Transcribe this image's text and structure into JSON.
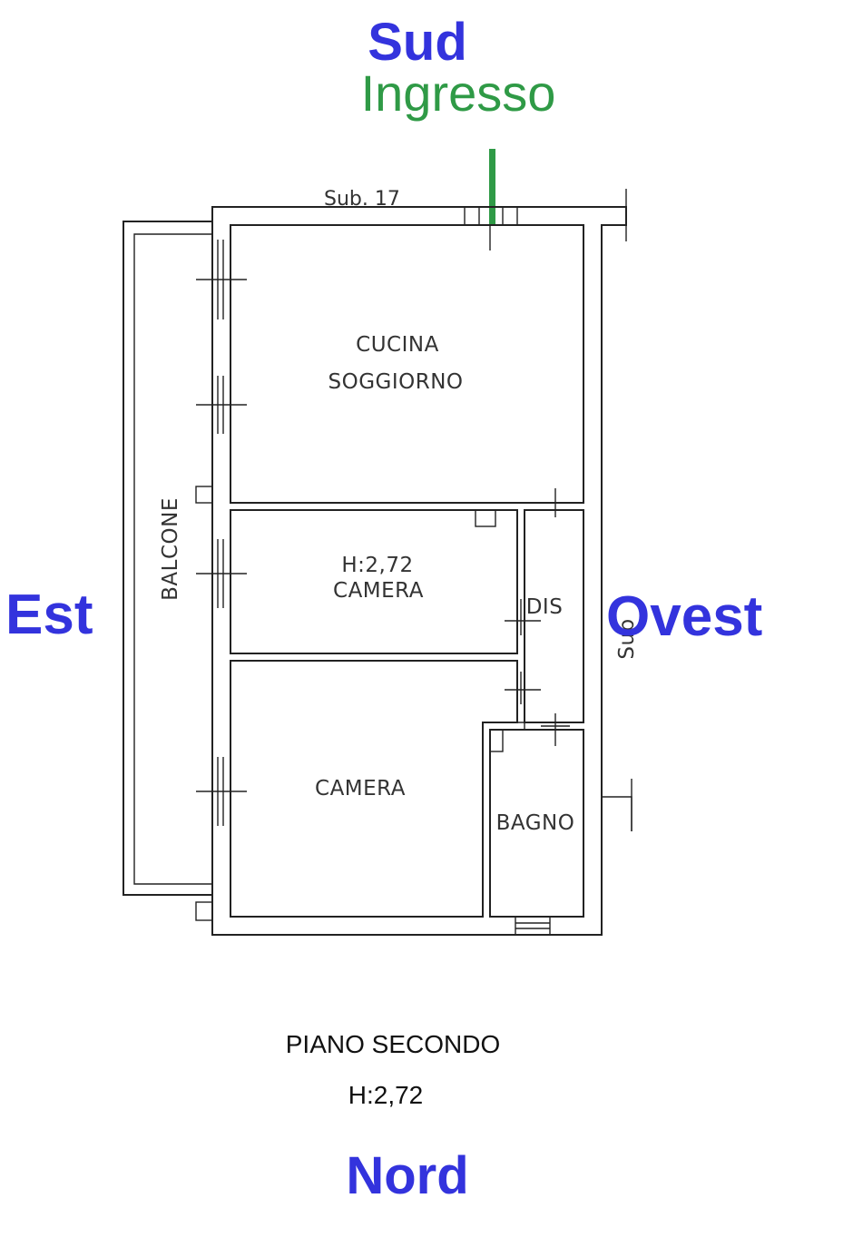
{
  "compass": {
    "south": "Sud",
    "west": "Ovest",
    "east": "Est",
    "north": "Nord",
    "entrance": "Ingresso"
  },
  "colors": {
    "compass": "#3333dd",
    "entrance": "#2f9a46",
    "walls": "#222222"
  },
  "plan": {
    "sub_top": "Sub. 17",
    "sub_right": "Sub",
    "rooms": {
      "kitchen_line1": "CUCINA",
      "kitchen_line2": "SOGGIORNO",
      "bedroom1_height": "H:2,72",
      "bedroom1": "CAMERA",
      "hall": "DIS",
      "bedroom2": "CAMERA",
      "bathroom": "BAGNO",
      "balcony": "BALCONE"
    }
  },
  "caption": {
    "floor": "PIANO SECONDO",
    "height": "H:2,72"
  }
}
